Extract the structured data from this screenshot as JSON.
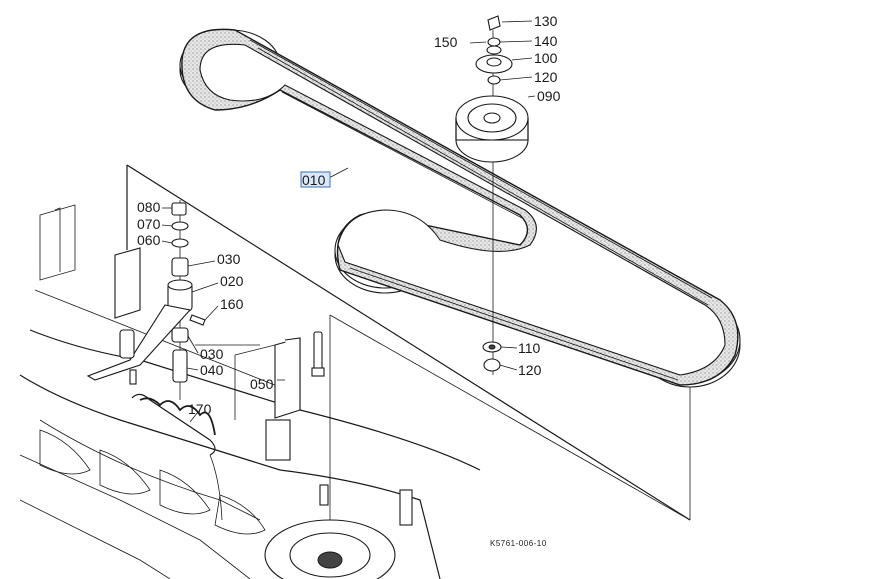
{
  "diagram": {
    "callouts": {
      "c010": "010",
      "c020": "020",
      "c030a": "030",
      "c030b": "030",
      "c040": "040",
      "c050": "050",
      "c060": "060",
      "c070": "070",
      "c080": "080",
      "c090": "090",
      "c100": "100",
      "c110": "110",
      "c120a": "120",
      "c120b": "120",
      "c130": "130",
      "c140": "140",
      "c150": "150",
      "c160": "160",
      "c170": "170"
    },
    "drawing_code": "K5761-006-10",
    "selected_callout": "010"
  }
}
